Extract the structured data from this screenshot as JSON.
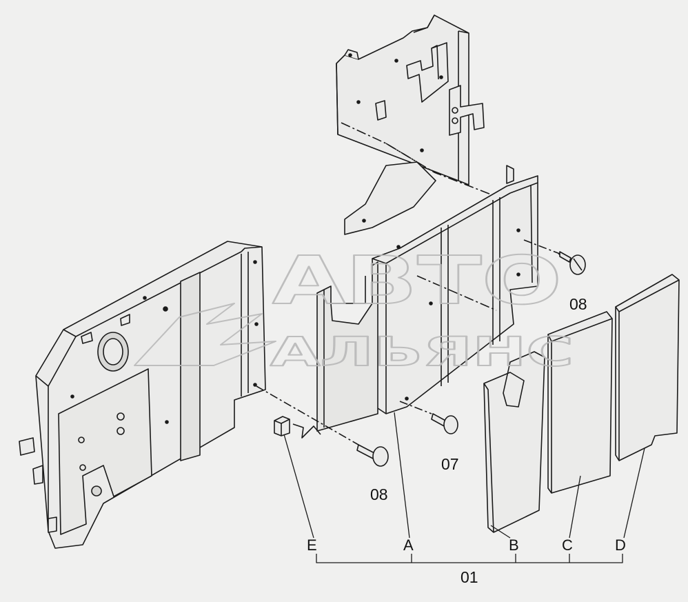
{
  "watermark": {
    "line1": "АВТО",
    "line2": "АЛЬЯНС"
  },
  "callouts": {
    "bolt_upper_right": "08",
    "bolt_center": "07",
    "bolt_lower_left": "08",
    "part_e": "E",
    "part_a": "A",
    "part_b": "B",
    "part_c": "C",
    "part_d": "D",
    "assembly": "01"
  },
  "colors": {
    "background": "#f0f0ef",
    "panel_fill": "#ebebea",
    "panel_side": "#d8d8d6",
    "line": "#1a1a1a",
    "watermark": "#b9b9b9"
  }
}
